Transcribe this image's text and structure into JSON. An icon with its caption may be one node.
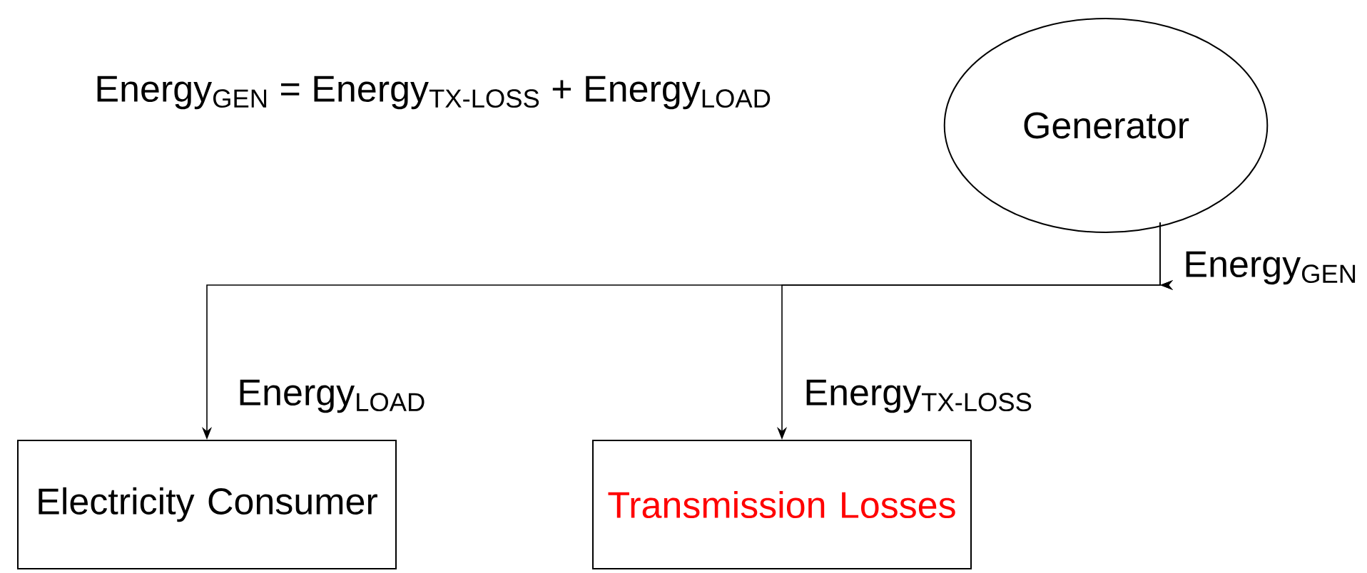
{
  "diagram": {
    "nodes": [
      {
        "text": [
          "Generator"
        ]
      },
      {
        "text": [
          "Electricity Consumer"
        ]
      },
      {
        "text": [
          "Transmission Losses"
        ]
      }
    ],
    "edges": [
      {
        "from": 0,
        "to": 1,
        "arrow": "to",
        "label": "Energy$_{LOAD}$"
      },
      {
        "from": 0,
        "to": 2,
        "arrow": "to",
        "label": "Energy$_{TX-LOSS}$"
      }
    ],
    "labels": [
      "Energy$_{GEN}$ = Energy$_{TX-LOSS}$ + Energy$_{LOAD}$",
      "Energy$_{GEN}$"
    ]
  }
}
